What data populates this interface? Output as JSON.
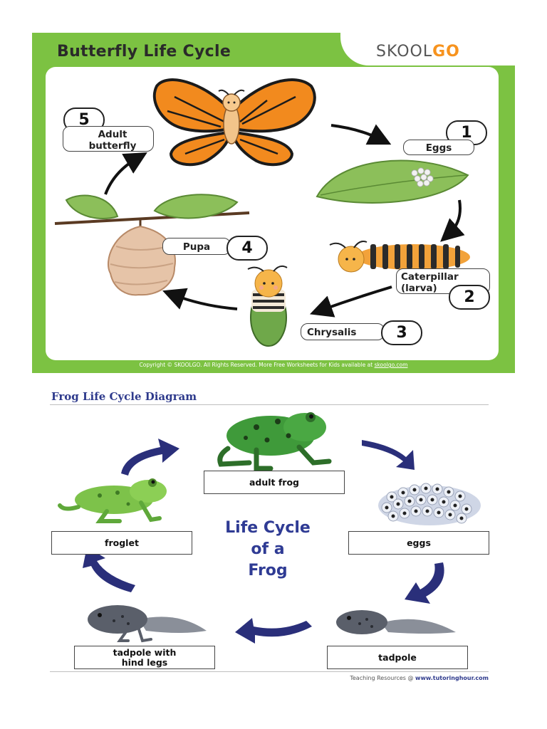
{
  "butterfly": {
    "title": "Butterfly Life Cycle",
    "logo_part1": "SKOOL",
    "logo_part2": "GO",
    "stages": [
      {
        "number": "1",
        "label": "Eggs"
      },
      {
        "number": "2",
        "label_line1": "Caterpillar",
        "label_line2": "(larva)"
      },
      {
        "number": "3",
        "label": "Chrysalis"
      },
      {
        "number": "4",
        "label": "Pupa"
      },
      {
        "number": "5",
        "label_line1": "Adult",
        "label_line2": "butterfly"
      }
    ],
    "copyright_prefix": "Copyright © SKOOLGO. All Rights Reserved. More Free Worksheets for Kids available at ",
    "copyright_link": "skoolgo.com"
  },
  "frog": {
    "title": "Frog Life Cycle Diagram",
    "center_line1": "Life Cycle",
    "center_line2": "of a",
    "center_line3": "Frog",
    "stages": {
      "adult": "adult frog",
      "eggs": "eggs",
      "tadpole": "tadpole",
      "tadpole_legs_line1": "tadpole with",
      "tadpole_legs_line2": "hind legs",
      "froglet": "froglet"
    },
    "credit_prefix": "Teaching Resources @ ",
    "credit_site": "www.tutoringhour.com"
  },
  "colors": {
    "card_green": "#7cc242",
    "logo_orange": "#f7931e",
    "frog_arrow_navy": "#2a2f7a",
    "frog_title_blue": "#2e3a8c"
  }
}
